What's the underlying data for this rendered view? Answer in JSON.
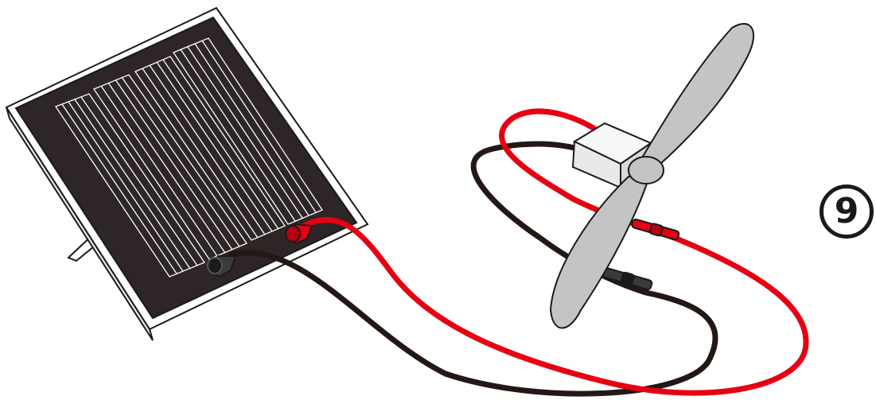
{
  "step": {
    "number": "9"
  },
  "colors": {
    "panel_frame": "#ffffff",
    "panel_surface": "#2d2526",
    "panel_lines": "#ffffff",
    "red_wire": "#e60012",
    "black_wire": "#231815",
    "motor_body": "#f2f2f2",
    "fan_blade": "#c4c4c4",
    "outline": "#1a1a1a"
  },
  "parts": {
    "panel": "solar-panel",
    "motor": "motor",
    "fan": "propeller",
    "red_lead": "red-wire",
    "black_lead": "black-wire"
  }
}
